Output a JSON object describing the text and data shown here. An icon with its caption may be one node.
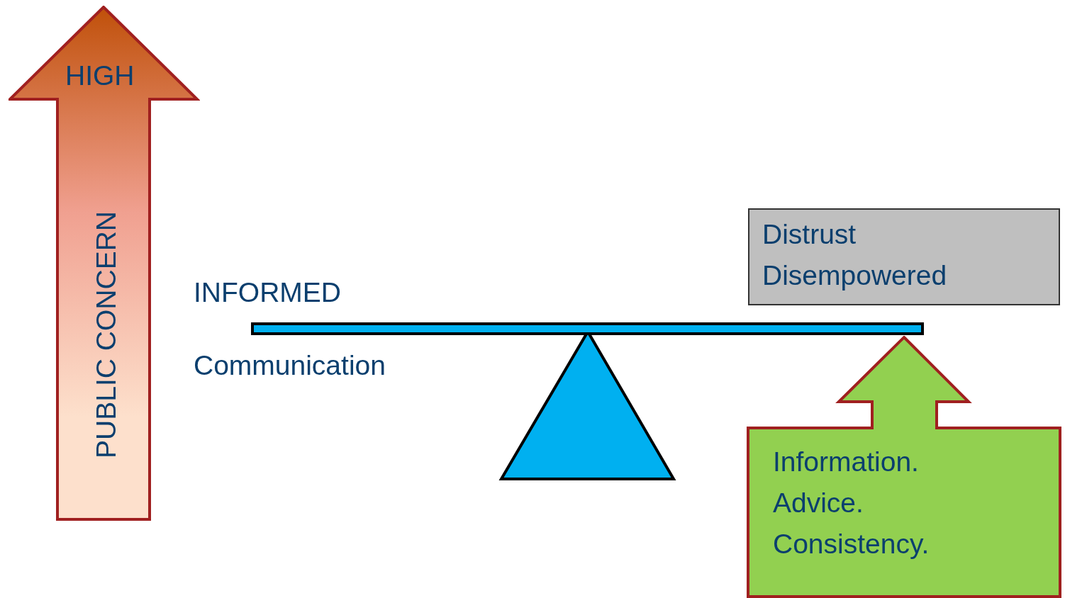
{
  "diagram": {
    "nodes": [
      {
        "text": [
          "HIGH",
          "PUBLIC CONCERN"
        ]
      },
      {
        "text": [
          "Distrust",
          "Disempowered"
        ]
      },
      {
        "text": [
          "Information.",
          "Advice.",
          "Consistency."
        ]
      }
    ],
    "labels": [
      "INFORMED",
      "Communication"
    ]
  }
}
